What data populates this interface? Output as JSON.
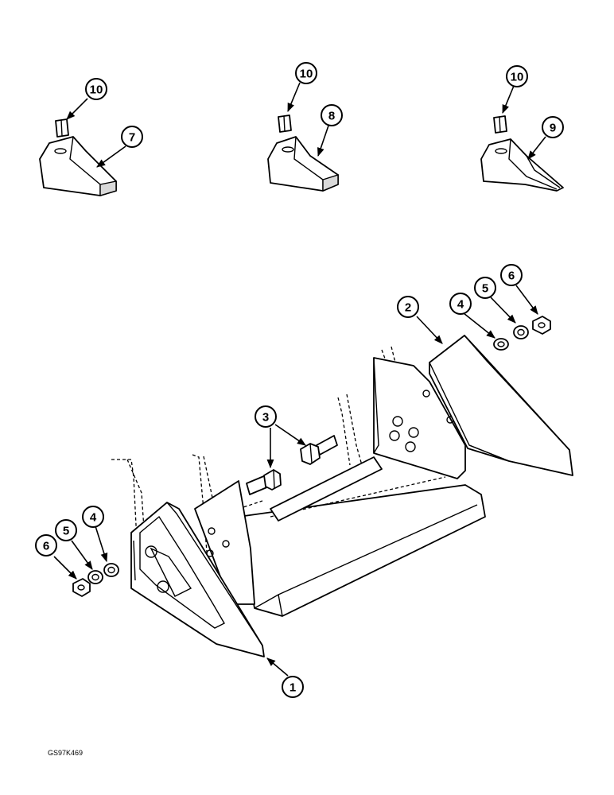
{
  "callouts": {
    "c10a": "10",
    "c7": "7",
    "c10b": "10",
    "c8": "8",
    "c10c": "10",
    "c9": "9",
    "c2": "2",
    "c4r": "4",
    "c5r": "5",
    "c6r": "6",
    "c3": "3",
    "c6l": "6",
    "c5l": "5",
    "c4l": "4",
    "c1": "1"
  },
  "drawing_code": "GS97K469"
}
